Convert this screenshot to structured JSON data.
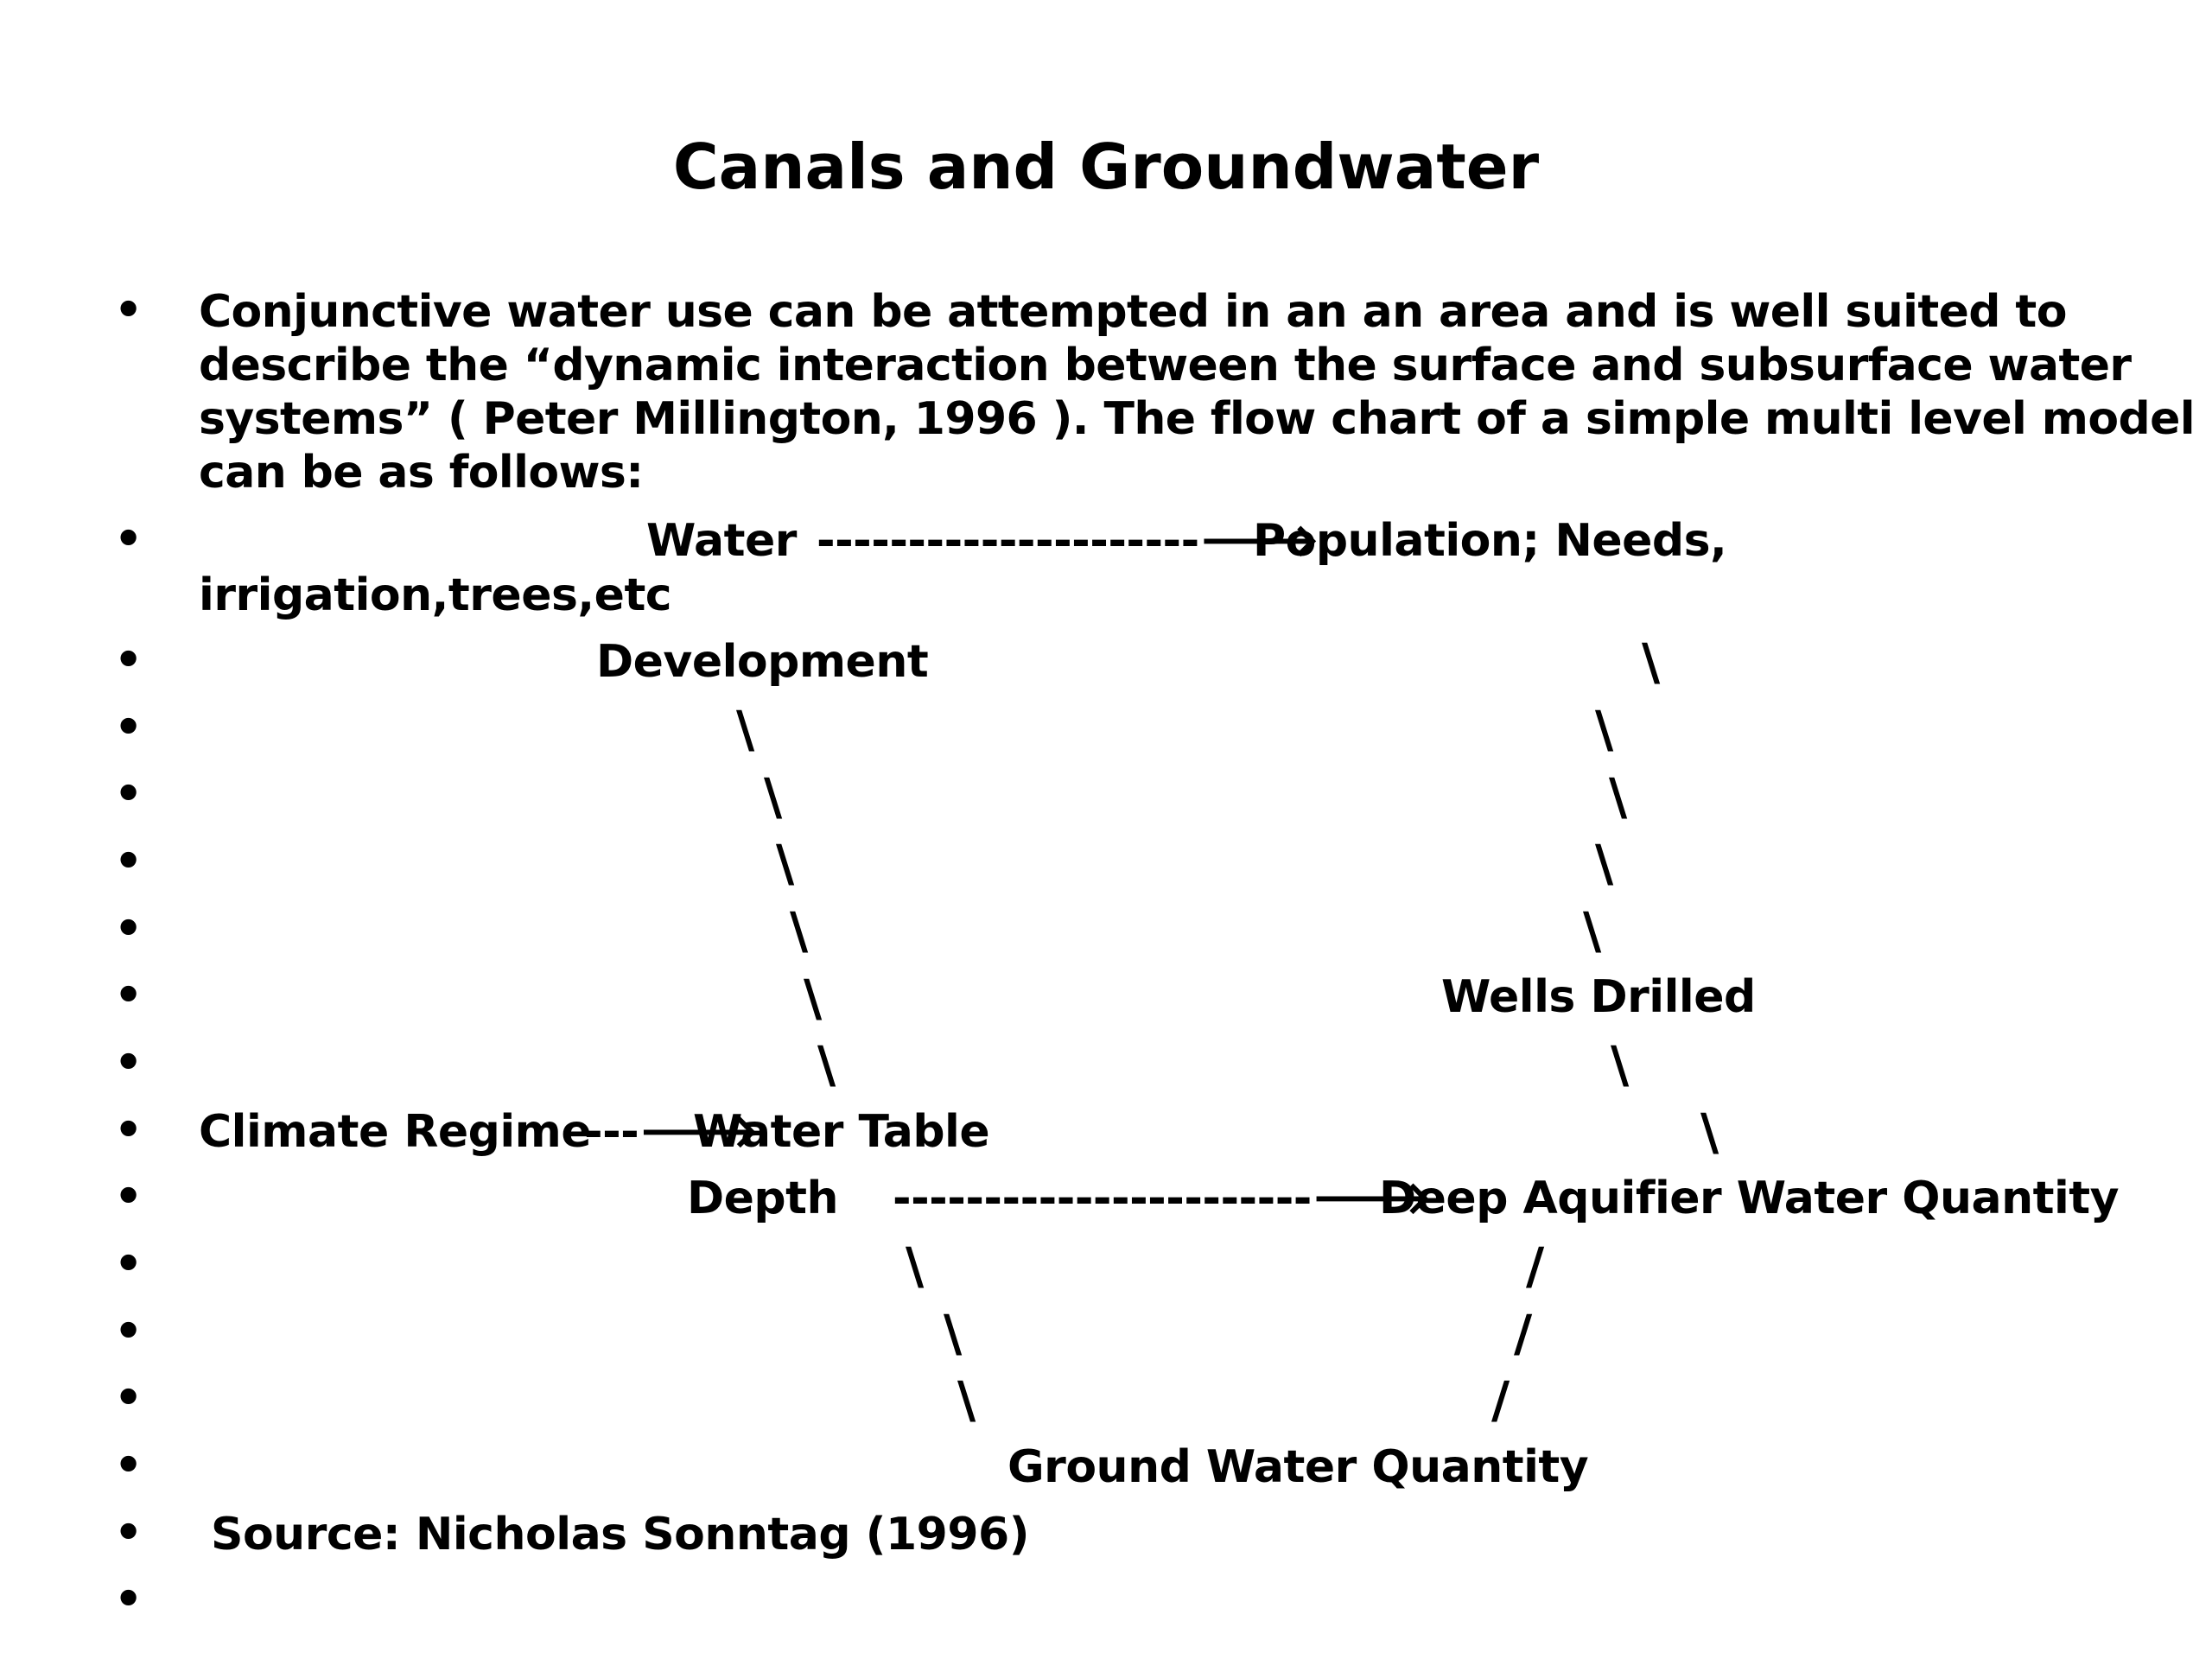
{
  "slide": {
    "title": "Canals and Groundwater",
    "bullet_glyph": "•",
    "intro": {
      "line1": "Conjunctive water use can be attempted in an an area and is well suited to",
      "line2": "describe the “dynamic interaction between the surface and subsurface water",
      "line3": "systems” ( Peter Millington, 1996 ). The flow chart of a simple multi level model",
      "line4": "can be as follows:"
    },
    "flowchart": {
      "water": "Water",
      "arrow_top": "---------------------🡒",
      "population_needs": "Population; Needs,",
      "irrigation": "irrigation,trees,etc",
      "development": "Development",
      "wells_drilled": "Wells Drilled",
      "climate_regime": "Climate Regime",
      "arrow_climate": "---🡒",
      "water_table": "Water Table",
      "depth": "Depth",
      "arrow_depth": "-----------------------🡒",
      "deep_aquifier": "Deep Aquifier Water Quantity",
      "ground_water": "Ground Water Quantity",
      "backslash": "\\",
      "slash": "/"
    },
    "source": "Source: Nicholas Sonntag (1996)"
  }
}
